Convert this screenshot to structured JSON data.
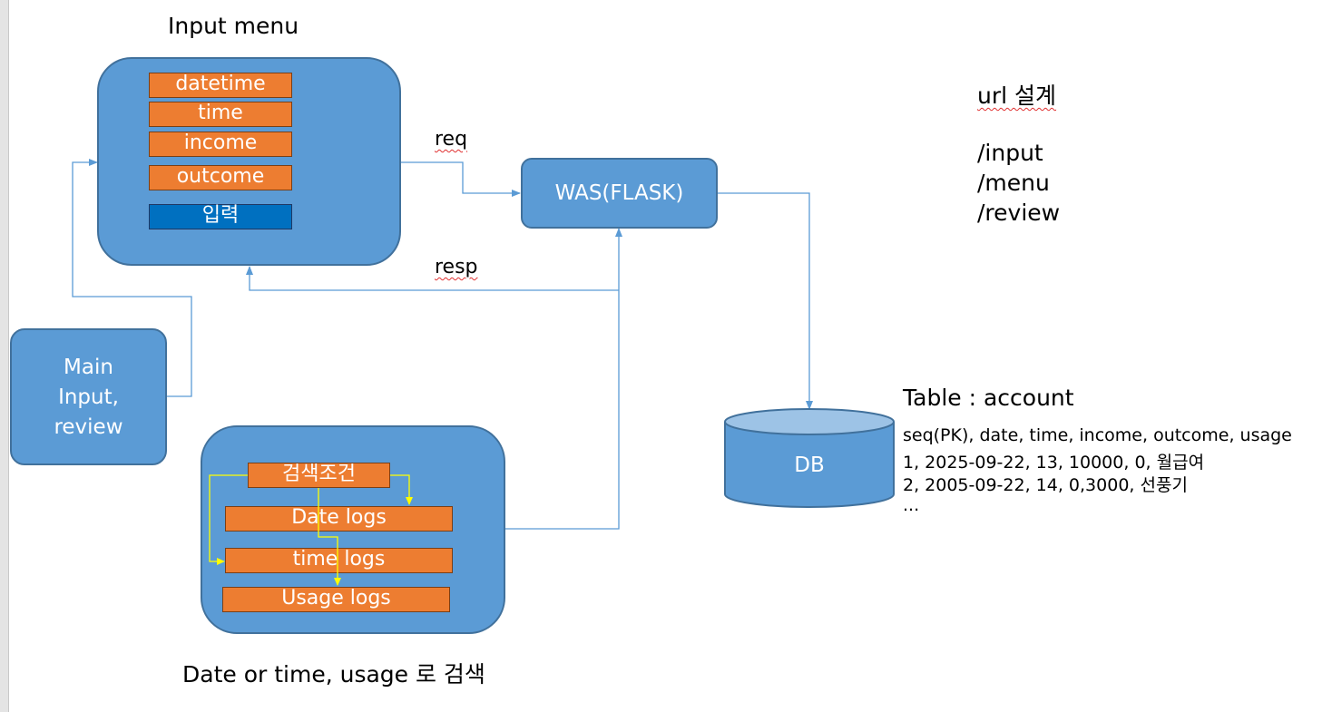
{
  "input_menu": {
    "title": "Input menu",
    "fields": [
      "datetime",
      "time",
      "income",
      "outcome"
    ],
    "submit_label": "입력"
  },
  "main_box": {
    "label_lines": [
      "Main",
      "Input,",
      "review"
    ]
  },
  "was_box": {
    "label": "WAS(FLASK)"
  },
  "db": {
    "label": "DB"
  },
  "arrows": {
    "req": "req",
    "resp": "resp"
  },
  "search_menu": {
    "condition_label": "검색조건",
    "items": [
      "Date logs",
      "time logs",
      "Usage logs"
    ],
    "caption": "Date or time, usage 로 검색"
  },
  "url_design": {
    "title": "url 설계",
    "routes": [
      "/input",
      "/menu",
      "/review"
    ]
  },
  "table": {
    "title": "Table : account",
    "header": "seq(PK), date, time, income, outcome, usage",
    "rows": [
      "1, 2025-09-22, 13, 10000, 0, 월급여",
      "2, 2005-09-22, 14, 0,3000, 선풍기"
    ],
    "ellipsis": "..."
  },
  "colors": {
    "box_fill": "#5b9bd5",
    "box_border": "#41719c",
    "field_fill": "#ed7d31",
    "button_fill": "#0070c0",
    "connector": "#5b9bd5",
    "search_arrow": "#ffff00"
  }
}
